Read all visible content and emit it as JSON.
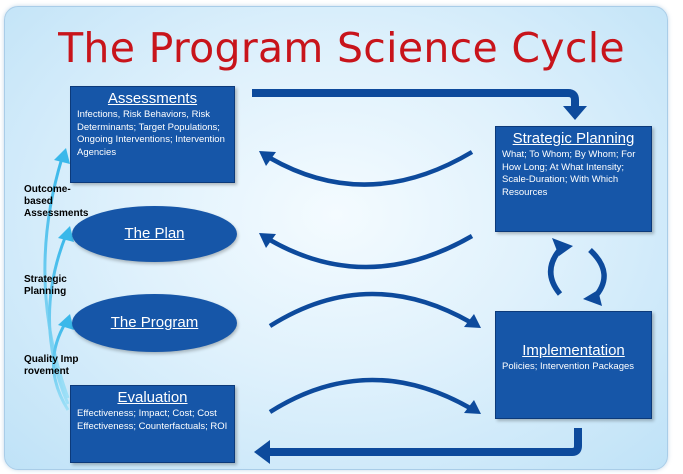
{
  "title": "The Program Science Cycle",
  "assessments": {
    "heading": "Assessments",
    "body": "Infections, Risk Behaviors, Risk Determinants; Target Populations; Ongoing Interventions; Intervention Agencies"
  },
  "strategic_planning": {
    "heading": "Strategic Planning",
    "body": "What; To Whom; By Whom; For How Long; At What Intensity; Scale-Duration; With Which Resources"
  },
  "implementation": {
    "heading": "Implementation",
    "body": "Policies; Intervention Packages"
  },
  "evaluation": {
    "heading": "Evaluation",
    "body": "Effectiveness; Impact; Cost; Cost Effectiveness; Counterfactuals; ROI"
  },
  "plan_oval": "The Plan",
  "program_oval": "The Program",
  "side_labels": {
    "outcome": "Outcome-based Assessments",
    "strategic": "Strategic Planning",
    "quality": "Quality Improvement"
  },
  "colors": {
    "box_blue": "#1656a8",
    "title_red": "#c8141b",
    "feedback_cyan": "#4fc6ef"
  }
}
